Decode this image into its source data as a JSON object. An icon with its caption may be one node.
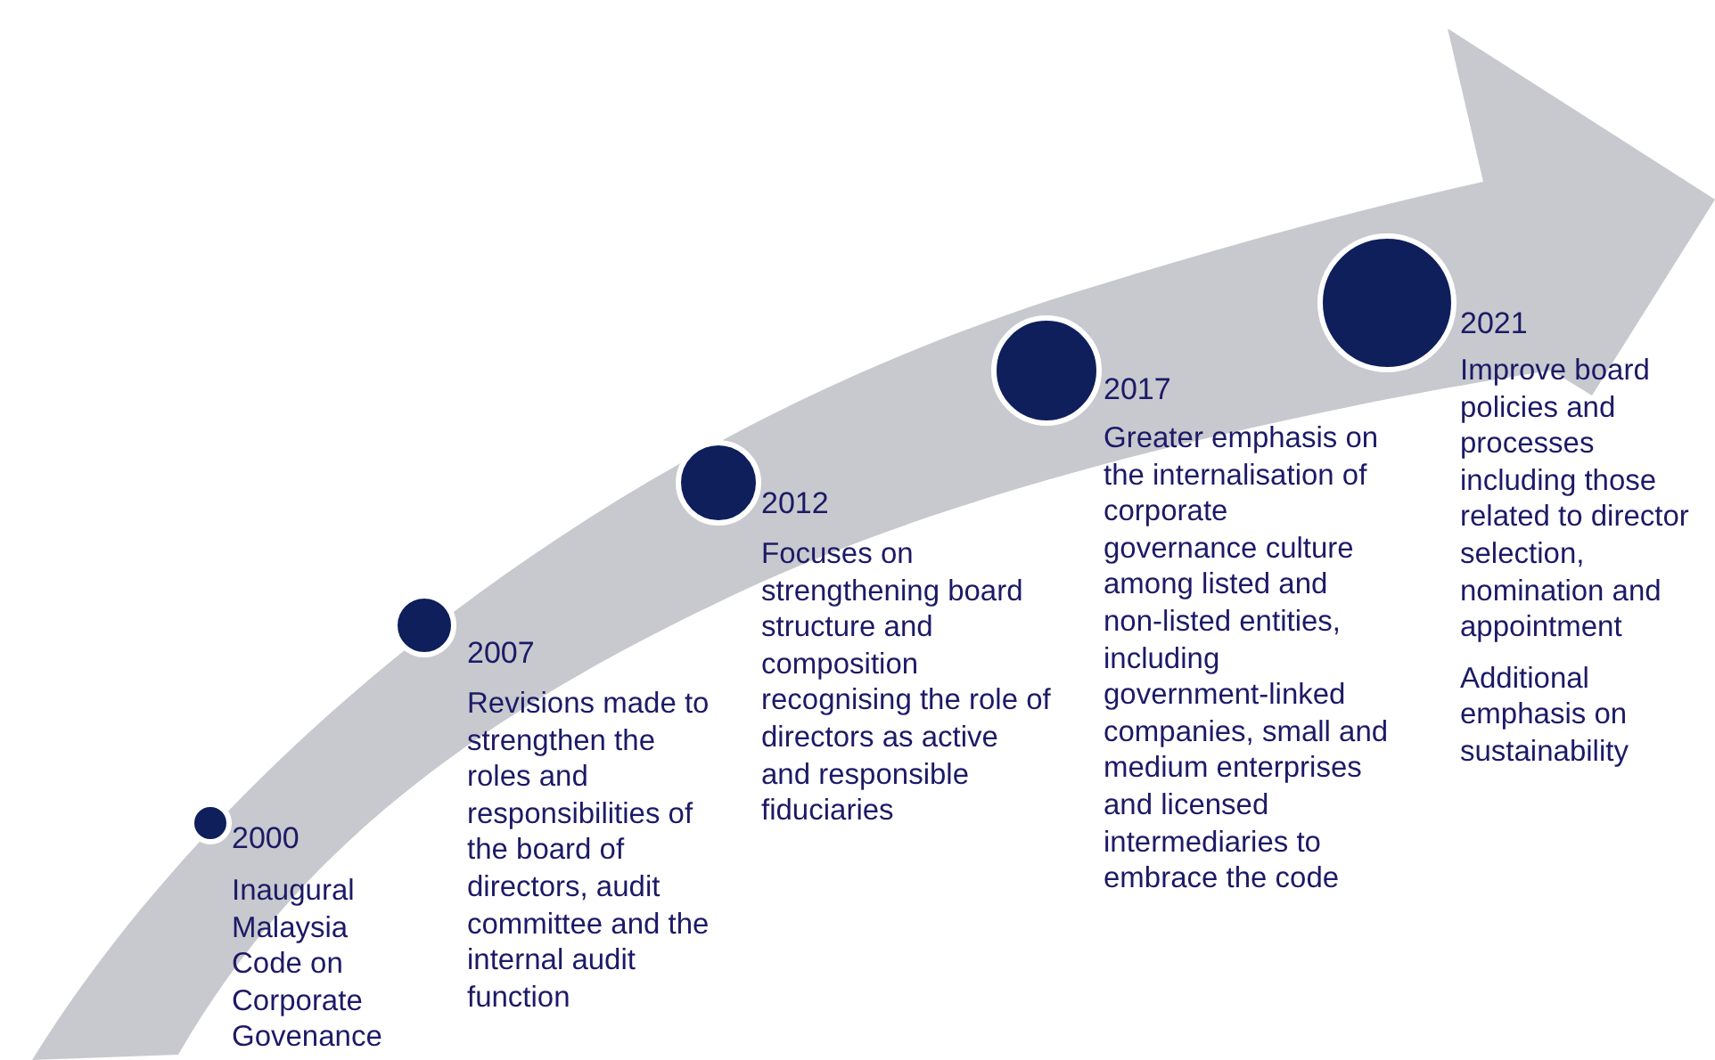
{
  "diagram": {
    "nodes": [
      {
        "text": [
          "2000",
          "Inaugural Malaysia Code on Corporate Govenance"
        ]
      },
      {
        "text": [
          "2007",
          "Revisions made to strengthen the roles and responsibilities of the board of directors, audit committee and the internal audit function"
        ]
      },
      {
        "text": [
          "2012",
          "Focuses on strengthening board structure and composition recognising the role of directors as active and responsible fiduciaries"
        ]
      },
      {
        "text": [
          "2017",
          "Greater emphasis on the internalisation of corporate governance culture among listed and non-listed entities, including government-linked companies, small and medium enterprises and licensed intermediaries to embrace the code"
        ]
      },
      {
        "text": [
          "2021",
          "Improve board policies and processes including those related to director selection, nomination and appointment",
          "Additional emphasis on sustainability"
        ]
      }
    ]
  }
}
